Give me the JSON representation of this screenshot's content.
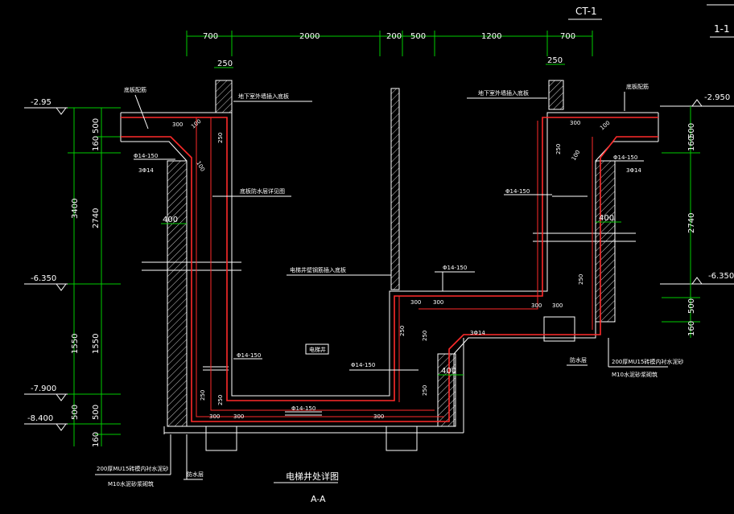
{
  "sheet": {
    "code": "CT-1",
    "section": "1-1"
  },
  "title": {
    "caption": "电梯井处详图",
    "section_label": "A-A"
  },
  "top_dimensions": [
    "700",
    "2000",
    "200",
    "500",
    "1200",
    "700"
  ],
  "wall_thickness": [
    "250",
    "250"
  ],
  "left_elevations": [
    "-2.95",
    "-6.350",
    "-7.900",
    "-8.400"
  ],
  "right_elevations": [
    "-2.950",
    "-6.350"
  ],
  "left_dims_outer": [
    "3400",
    "2740",
    "1550",
    "500"
  ],
  "left_dims_small": [
    "160",
    "500",
    "160"
  ],
  "left_dims_inner": [
    "2740",
    "1550",
    "500"
  ],
  "right_dims": [
    "500",
    "160",
    "2740",
    "500",
    "160"
  ],
  "annotations": {
    "roof_left": "底板配筋",
    "roof_right": "底板配筋",
    "wall_left": "地下室外墙插入底板",
    "wall_right": "地下室外墙插入底板",
    "waterproof": "底板防水层详见图",
    "pit_wall": "电梯井壁钢筋插入底板",
    "pit_label": "电梯井",
    "bottom_left_1": "200厚MU15砖模内衬水泥砂",
    "bottom_left_2": "M10水泥砂浆砌筑",
    "bottom_left_tag": "防水层",
    "bottom_right_1": "200厚MU15砖模内衬水泥砂",
    "bottom_right_2": "M10水泥砂浆砌筑",
    "bottom_right_tag": "防水层"
  },
  "rebar": {
    "phi_left_a": "Φ14-150",
    "bars_left": "3Φ14",
    "phi_right_a": "Φ14-150",
    "bars_right": "3Φ14",
    "phi_right_wall": "Φ14-150",
    "phi_step": "Φ14-150",
    "phi_pit_wall": "Φ14-150",
    "phi_pit_side": "Φ14-150",
    "phi_bottom": "Φ14-150",
    "bars_step": "3Φ14"
  },
  "cover_dims": [
    "300",
    "300",
    "300",
    "300",
    "300",
    "300",
    "300",
    "300",
    "300"
  ],
  "side_dims": [
    "250",
    "250",
    "250",
    "250",
    "250",
    "250",
    "250",
    "250"
  ],
  "haunch": [
    "400",
    "400",
    "400"
  ],
  "diag": [
    "100",
    "100",
    "100",
    "100"
  ]
}
